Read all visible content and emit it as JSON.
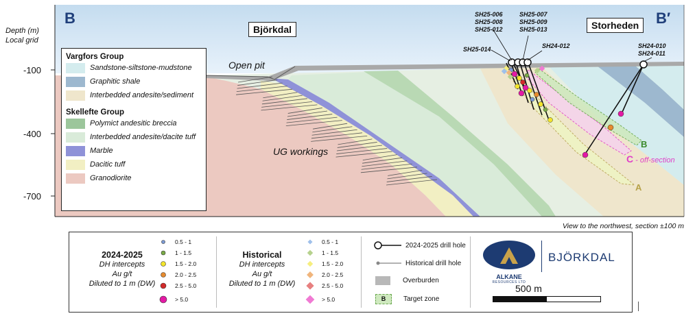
{
  "section": {
    "label_left": "B",
    "label_right": "B′",
    "axis_title_line1": "Depth (m)",
    "axis_title_line2": "Local grid",
    "depth_ticks": [
      "-100",
      "-400",
      "-700"
    ],
    "place_left": "Björkdal",
    "place_right": "Storheden",
    "open_pit": "Open pit",
    "ug_workings": "UG workings",
    "view_note": "View to the northwest, section ±100 m",
    "hole_groups": [
      {
        "id": "g1",
        "lines": [
          "SH25-006",
          "SH25-008",
          "SH25-012"
        ]
      },
      {
        "id": "g2",
        "lines": [
          "SH25-007",
          "SH25-009",
          "SH25-013"
        ]
      },
      {
        "id": "g3",
        "lines": [
          "SH25-014"
        ]
      },
      {
        "id": "g4",
        "lines": [
          "SH24-012"
        ]
      },
      {
        "id": "g5",
        "lines": [
          "SH24-010",
          "SH24-011"
        ]
      }
    ],
    "target_zones": [
      {
        "label": "B",
        "color": "#3a8a2a"
      },
      {
        "label": "C",
        "suffix": " - off-section",
        "color": "#e040c8"
      },
      {
        "label": "A",
        "color": "#b7a24a"
      }
    ]
  },
  "legend": {
    "groups": [
      {
        "title": "Vargfors Group",
        "items": [
          {
            "label": "Sandstone-siltstone-mudstone",
            "color": "#d4ecee"
          },
          {
            "label": "Graphitic shale",
            "color": "#9db8cf"
          },
          {
            "label": "Interbedded andesite/sediment",
            "color": "#efe6cc"
          }
        ]
      },
      {
        "title": "Skellefte Group",
        "items": [
          {
            "label": "Polymict andesitic breccia",
            "color": "#9cc69b"
          },
          {
            "label": "Interbedded andesite/dacite tuff",
            "color": "#d9ebd9"
          },
          {
            "label": "Marble",
            "color": "#8f92d8"
          },
          {
            "label": "Dacitic tuff",
            "color": "#f2efc3"
          },
          {
            "label": "Granodiorite",
            "color": "#ecc9c1"
          }
        ]
      }
    ]
  },
  "key": {
    "new": {
      "title": "2024-2025",
      "sub1": "DH intercepts",
      "sub2": "Au g/t",
      "sub3": "Diluted to 1 m (DW)",
      "ranges": [
        {
          "label": "0.5 - 1",
          "color": "#7c9bd6",
          "size": 5
        },
        {
          "label": "1 - 1.5",
          "color": "#7aab47",
          "size": 6
        },
        {
          "label": "1.5 - 2.0",
          "color": "#f3e52b",
          "size": 7
        },
        {
          "label": "2.0 - 2.5",
          "color": "#e68b2e",
          "size": 7
        },
        {
          "label": "2.5 - 5.0",
          "color": "#d22a2a",
          "size": 8
        },
        {
          "label": "> 5.0",
          "color": "#e31aa5",
          "size": 10
        }
      ]
    },
    "historical": {
      "title": "Historical",
      "sub1": "DH intercepts",
      "sub2": "Au g/t",
      "sub3": "Diluted to 1 m (DW)",
      "ranges": [
        {
          "label": "0.5 - 1",
          "color": "#9fc0ea",
          "size": 5
        },
        {
          "label": "1 - 1.5",
          "color": "#b6d28d",
          "size": 6
        },
        {
          "label": "1.5 - 2.0",
          "color": "#f6ee7e",
          "size": 6
        },
        {
          "label": "2.0 - 2.5",
          "color": "#f0b57c",
          "size": 7
        },
        {
          "label": "2.5 - 5.0",
          "color": "#e78080",
          "size": 8
        },
        {
          "label": "> 5.0",
          "color": "#f07ad3",
          "size": 9
        }
      ]
    },
    "symbols": {
      "drill_new": "2024-2025 drill hole",
      "drill_hist": "Historical drill hole",
      "overburden": "Overburden",
      "target_zone": "Target zone",
      "target_letter": "B"
    },
    "logo": {
      "company": "ALKANE",
      "company_sub": "RESOURCES LTD",
      "project": "BJÖRKDAL"
    },
    "scale_bar": "500 m"
  }
}
